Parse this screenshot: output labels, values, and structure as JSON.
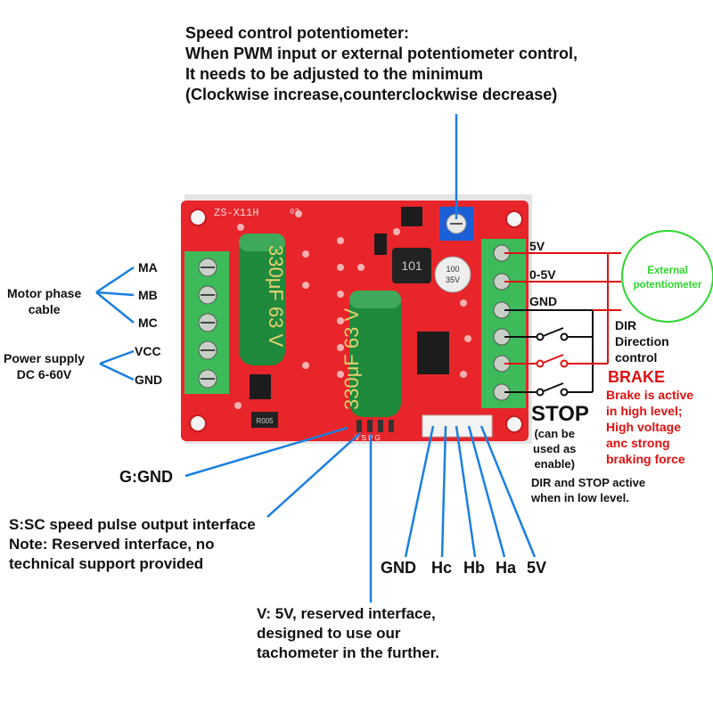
{
  "title_block": {
    "lines": [
      "Speed control potentiometer:",
      "When PWM input or external potentiometer control,",
      "It needs to be adjusted to the minimum",
      "(Clockwise increase,counterclockwise decrease)"
    ]
  },
  "board": {
    "model_label": "ZS-X11H",
    "model_suffix": "02",
    "cap_left_text": "330μF 63 V",
    "cap_right_text": "330μF 63 V",
    "inductor_text": "101",
    "small_cap_text": "100 35V",
    "resistor_text": "R005",
    "bottom_pins_text": "V S P G"
  },
  "left_terminals": {
    "items": [
      "MA",
      "MB",
      "MC",
      "VCC",
      "GND"
    ],
    "motor_group": [
      "Motor phase",
      "cable"
    ],
    "power_group": [
      "Power supply",
      "DC 6-60V"
    ]
  },
  "right_terminals": {
    "items": [
      "5V",
      "0-5V",
      "GND"
    ],
    "external_pot": [
      "External",
      "potentiometer"
    ],
    "dir": [
      "DIR",
      "Direction",
      "control"
    ],
    "brake_title": "BRAKE",
    "brake_desc": [
      "Brake is active",
      "in high level;",
      "High voltage",
      "anc strong",
      "braking force"
    ],
    "stop_title": "STOP",
    "stop_desc": [
      "(can be",
      "used as",
      "enable)"
    ],
    "dir_stop_note": [
      "DIR and STOP active",
      "when in low level."
    ]
  },
  "bottom": {
    "g_label": "G:GND",
    "s_label": [
      "S:SC speed pulse output interface",
      "Note: Reserved interface, no",
      "technical support provided"
    ],
    "v_label": [
      "V: 5V, reserved interface,",
      "designed to use our",
      "tachometer in the further."
    ],
    "hall_pins": [
      "GND",
      "Hc",
      "Hb",
      "Ha",
      "5V"
    ]
  },
  "colors": {
    "board_red": "#e8252a",
    "terminal_green": "#3dbb5a",
    "pointer_blue": "#1b7fe0",
    "wire_red": "#e01010",
    "pot_green": "#2ed52e",
    "capacitor_green": "#1f8a3c"
  }
}
